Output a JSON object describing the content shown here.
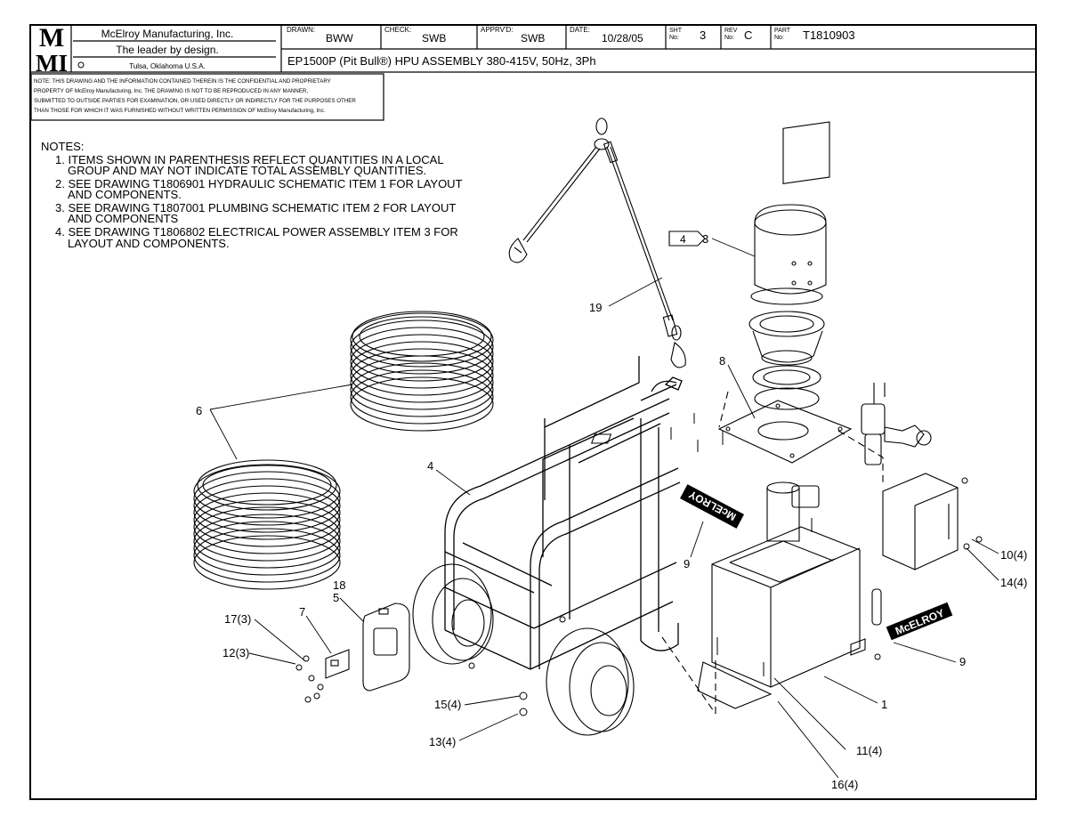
{
  "title_block": {
    "logo_top": "M",
    "logo_bottom": "MI",
    "company": "McElroy Manufacturing, Inc.",
    "slogan": "The leader by design.",
    "location": "Tulsa, Oklahoma U.S.A.",
    "drawn_label": "DRAWN:",
    "drawn_value": "BWW",
    "check_label": "CHECK:",
    "check_value": "SWB",
    "apprvd_label": "APPRV'D:",
    "apprvd_value": "SWB",
    "date_label": "DATE:",
    "date_value": "10/28/05",
    "sht_label_1": "SHT",
    "sht_label_2": "No:",
    "sht_value": "3",
    "rev_label_1": "REV",
    "rev_label_2": "No:",
    "rev_value": "C",
    "part_label_1": "PART",
    "part_label_2": "No:",
    "part_value": "T1810903",
    "drawing_title": "EP1500P (Pit Bull®) HPU ASSEMBLY 380-415V, 50Hz, 3Ph"
  },
  "confidential_note": [
    "NOTE: THIS DRAWING AND THE INFORMATION CONTAINED THEREIN IS THE CONFIDENTIAL AND PROPRIETARY",
    "PROPERTY OF McElroy Manufacturing, Inc. THE DRAWING IS NOT TO BE REPRODUCED IN ANY MANNER,",
    "SUBMITTED TO OUTSIDE PARTIES FOR EXAMINATION, OR USED DIRECTLY OR INDIRECTLY FOR THE PURPOSES OTHER",
    "THAN THOSE FOR WHICH IT WAS FURNISHED WITHOUT WRITTEN PERMISSION OF McElroy Manufacturing, Inc."
  ],
  "notes": {
    "heading": "NOTES:",
    "lines": [
      "1. ITEMS SHOWN IN PARENTHESIS REFLECT QUANTITIES IN A LOCAL",
      "GROUP AND MAY NOT INDICATE TOTAL  ASSEMBLY QUANTITIES.",
      "2. SEE DRAWING T1806901 HYDRAULIC SCHEMATIC ITEM 1 FOR LAYOUT",
      "AND COMPONENTS.",
      "3. SEE DRAWING T1807001 PLUMBING SCHEMATIC ITEM 2 FOR LAYOUT",
      "AND COMPONENTS",
      "4. SEE DRAWING T1806802 ELECTRICAL POWER ASSEMBLY ITEM 3 FOR",
      "LAYOUT AND COMPONENTS."
    ]
  },
  "callouts": {
    "flag_note": "4",
    "item_3": "3",
    "item_19": "19",
    "item_8": "8",
    "item_6": "6",
    "item_4": "4",
    "item_9_frame": "9",
    "item_10": "10(4)",
    "item_14": "14(4)",
    "item_18": "18",
    "item_5": "5",
    "item_7": "7",
    "item_17": "17(3)",
    "item_12": "12(3)",
    "item_15": "15(4)",
    "item_13": "13(4)",
    "item_9_tank": "9",
    "item_1": "1",
    "item_11": "11(4)",
    "item_16": "16(4)"
  },
  "decals": {
    "frame_decal": "McELROY",
    "tank_decal": "McELROY"
  }
}
